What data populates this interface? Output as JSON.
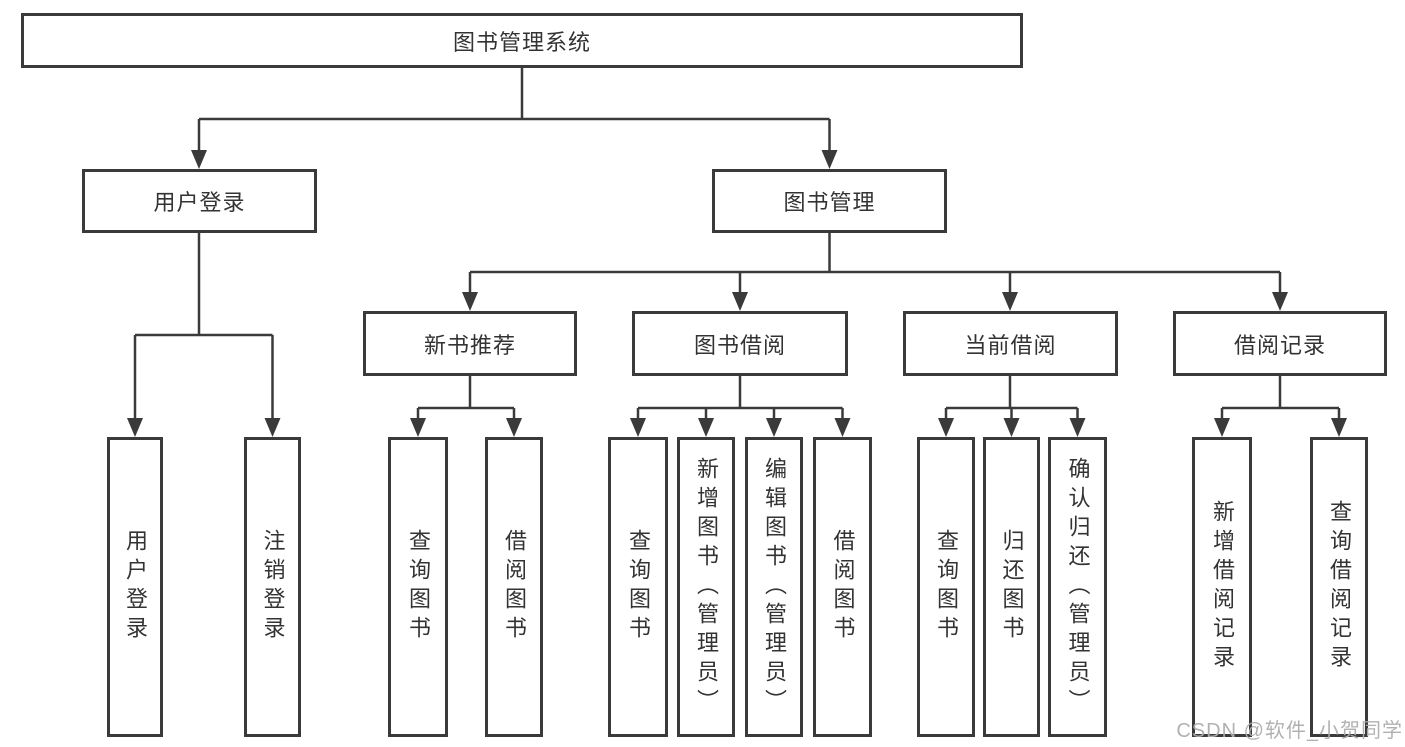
{
  "colors": {
    "line": "#3a3a3a",
    "box_border": "#3a3a3a",
    "text": "#333333",
    "watermark": "#adadad",
    "background": "#ffffff"
  },
  "tree": {
    "root": {
      "label": "图书管理系统",
      "children": [
        {
          "label": "用户登录",
          "children": [
            {
              "label": "用户登录"
            },
            {
              "label": "注销登录"
            }
          ]
        },
        {
          "label": "图书管理",
          "children": [
            {
              "label": "新书推荐",
              "children": [
                {
                  "label": "查询图书"
                },
                {
                  "label": "借阅图书"
                }
              ]
            },
            {
              "label": "图书借阅",
              "children": [
                {
                  "label": "查询图书"
                },
                {
                  "label": "新增图书（管理员）"
                },
                {
                  "label": "编辑图书（管理员）"
                },
                {
                  "label": "借阅图书"
                }
              ]
            },
            {
              "label": "当前借阅",
              "children": [
                {
                  "label": "查询图书"
                },
                {
                  "label": "归还图书"
                },
                {
                  "label": "确认归还（管理员）"
                }
              ]
            },
            {
              "label": "借阅记录",
              "children": [
                {
                  "label": "新增借阅记录"
                },
                {
                  "label": "查询借阅记录"
                }
              ]
            }
          ]
        }
      ]
    }
  },
  "watermark": {
    "text": "CSDN @软件_小贺同学"
  }
}
